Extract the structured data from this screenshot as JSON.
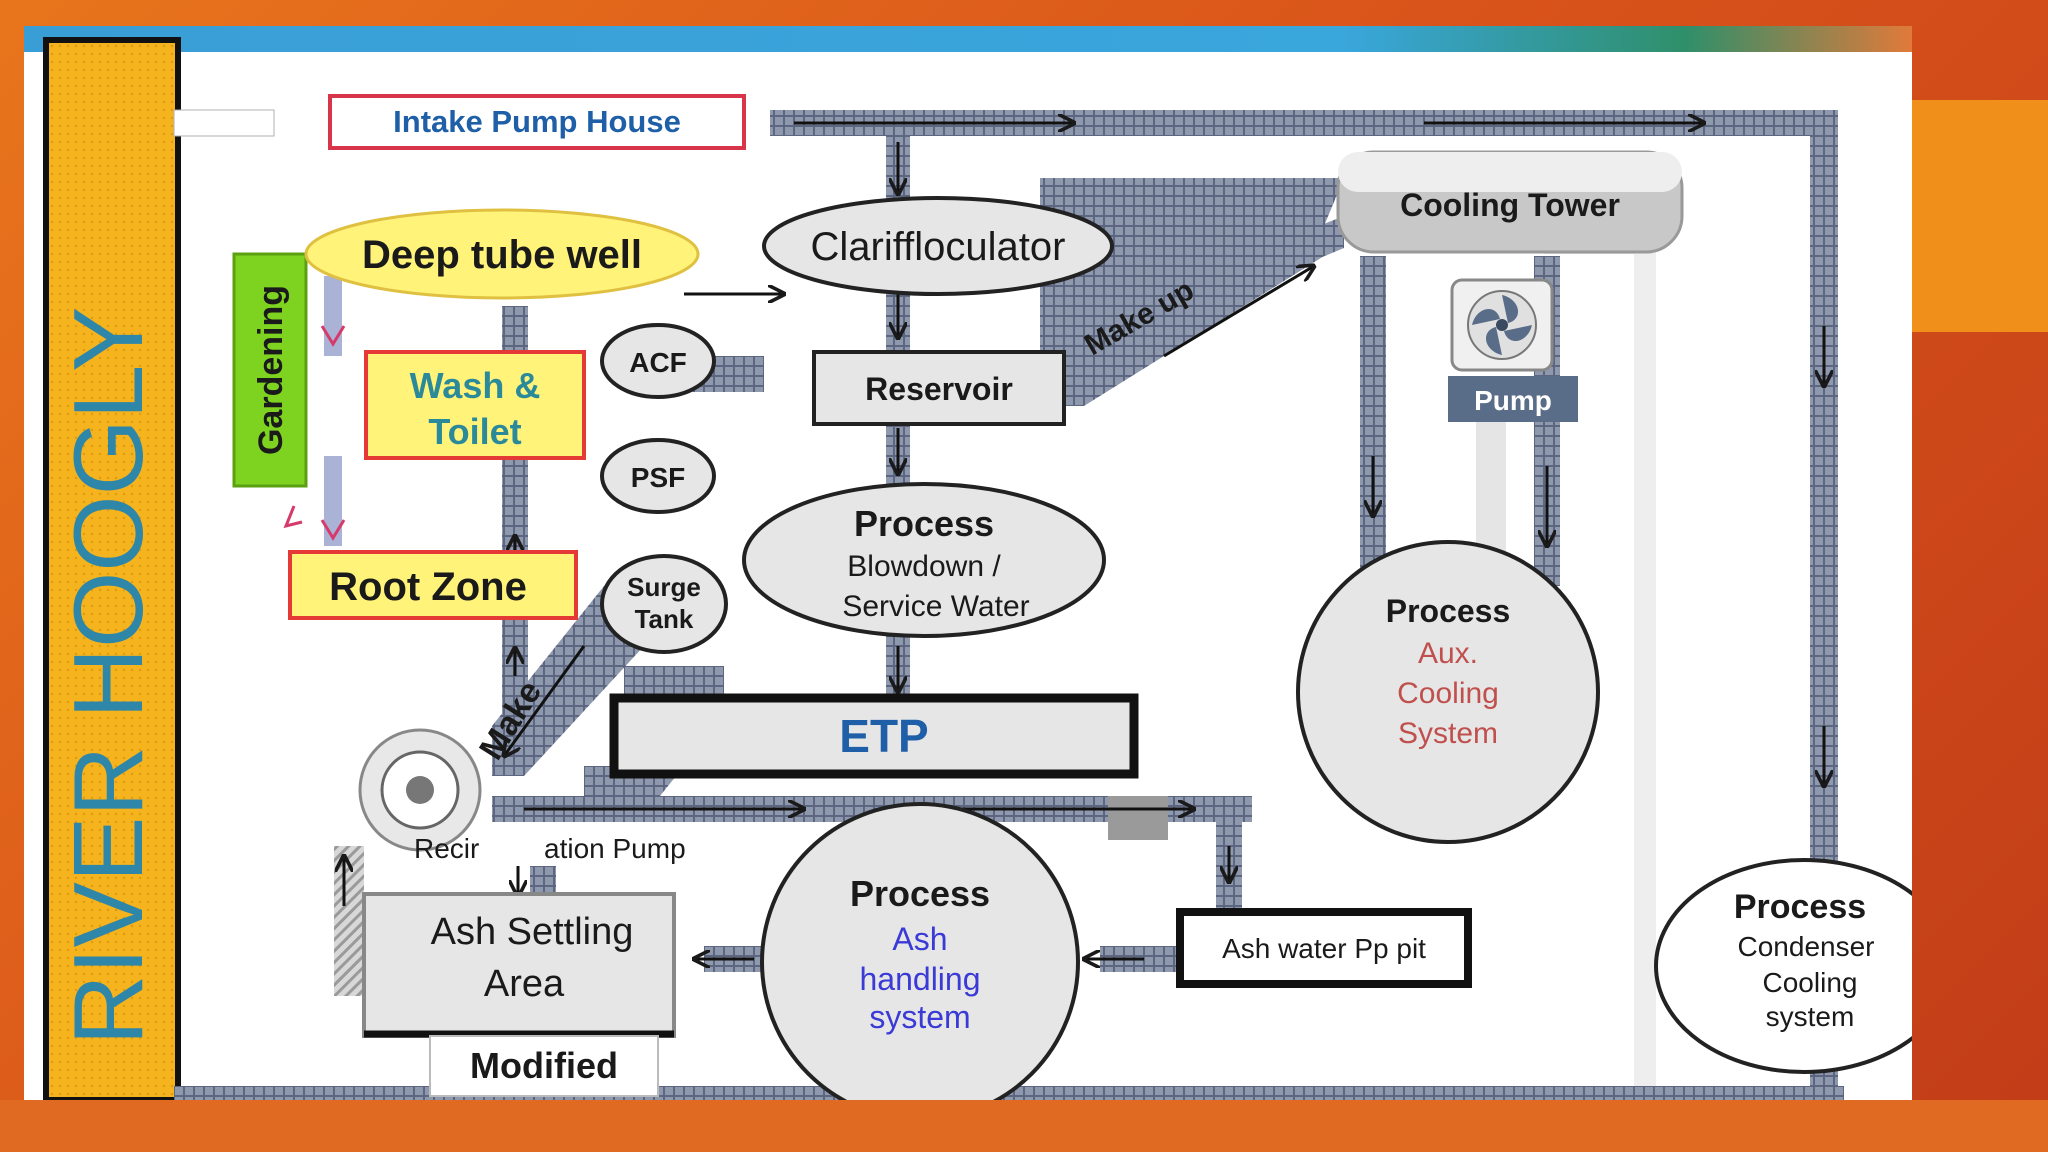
{
  "diagram": {
    "river_label": "RIVER HOOGLY",
    "gardening": "Gardening",
    "intake_pump_house": "Intake Pump House",
    "deep_tube_well": "Deep tube well",
    "wash_toilet_line1": "Wash &",
    "wash_toilet_line2": "Toilet",
    "root_zone": "Root Zone",
    "acf": "ACF",
    "psf": "PSF",
    "surge_tank_line1": "Surge",
    "surge_tank_line2": "Tank",
    "make_up_left": "Make",
    "make_up_right": "Make up",
    "clariflocculator": "Clariffloculator",
    "reservoir": "Reservoir",
    "process_blowdown_title": "Process",
    "process_blowdown_line1": "Blowdown /",
    "process_blowdown_line2": "Service Water",
    "etp": "ETP",
    "cooling_tower": "Cooling Tower",
    "pump": "Pump",
    "process_aux_title": "Process",
    "process_aux_line1": "Aux.",
    "process_aux_line2": "Cooling",
    "process_aux_line3": "System",
    "recirculation_pump_left": "Recir",
    "recirculation_pump_right": "ation Pump",
    "ash_settling_line1": "Ash Settling",
    "ash_settling_line2": "Area",
    "modified": "Modified",
    "process_ash_title": "Process",
    "process_ash_line1": "Ash",
    "process_ash_line2": "handling",
    "process_ash_line3": "system",
    "ash_water_pit": "Ash water Pp pit",
    "process_condenser_title": "Process",
    "process_condenser_line1": "Condenser",
    "process_condenser_line2": "Cooling",
    "process_condenser_line3": "system"
  },
  "colors": {
    "river_fill": "#f5b41e",
    "river_text": "#2e86a8",
    "gardening_fill": "#7ed321",
    "label_box_fill": "#fff176",
    "label_box_border": "#e53935",
    "intake_text": "#1e5fa8",
    "aux_text": "#c0504d",
    "ash_text": "#3a3ad6",
    "etp_text": "#1e5fa8",
    "pipe": "#8a93a6",
    "node_fill": "#e6e6e6"
  }
}
